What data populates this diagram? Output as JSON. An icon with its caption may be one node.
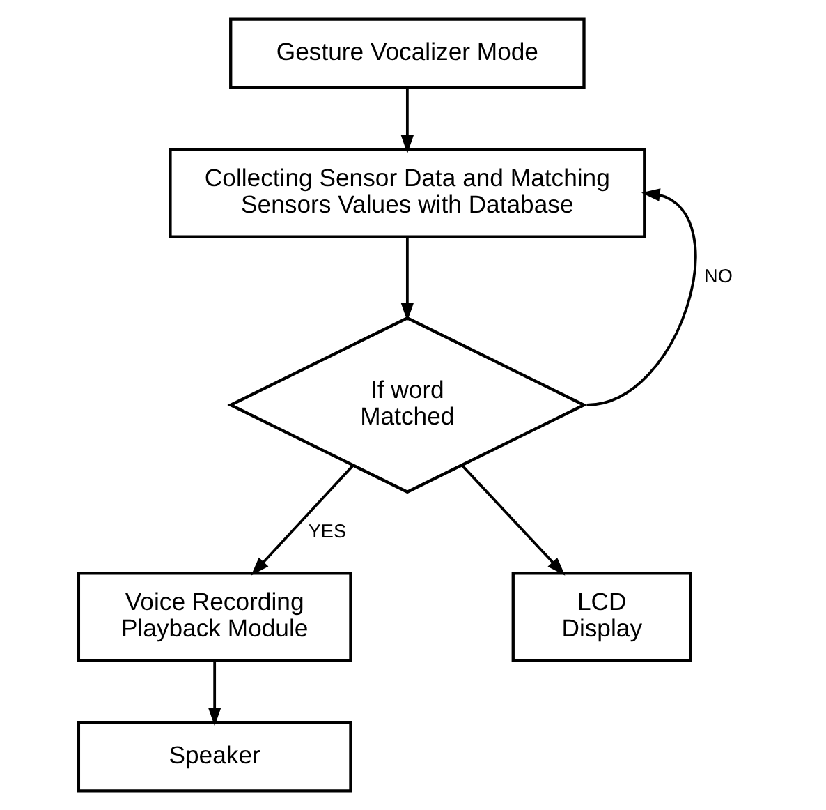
{
  "diagram": {
    "nodes": [
      {
        "text": [
          "Gesture Vocalizer Mode"
        ]
      },
      {
        "text": [
          "Collecting Sensor Data and Matching Sensors Values with Database"
        ]
      },
      {
        "text": [
          "If word Matched"
        ]
      },
      {
        "text": [
          "Voice Recording Playback Module"
        ]
      },
      {
        "text": [
          "LCD Display"
        ]
      },
      {
        "text": [
          "Speaker"
        ]
      }
    ],
    "edges": [
      {
        "from": 0,
        "to": 1,
        "arrow": "to"
      },
      {
        "from": 1,
        "to": 2,
        "arrow": "to"
      },
      {
        "from": 2,
        "to": 1,
        "arrow": "to",
        "label": "NO"
      },
      {
        "from": 2,
        "to": 3,
        "arrow": "to",
        "label": "YES"
      },
      {
        "from": 2,
        "to": 4,
        "arrow": "to"
      },
      {
        "from": 3,
        "to": 5,
        "arrow": "to"
      }
    ]
  }
}
